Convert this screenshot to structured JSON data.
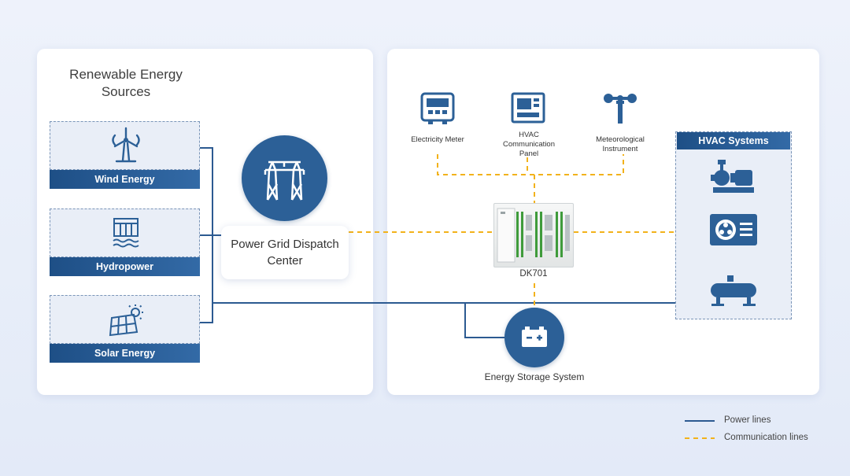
{
  "sources": {
    "title": "Renewable Energy Sources",
    "items": [
      {
        "label": "Wind Energy",
        "icon": "wind-turbine-icon"
      },
      {
        "label": "Hydropower",
        "icon": "hydropower-dam-icon"
      },
      {
        "label": "Solar Energy",
        "icon": "solar-panel-icon"
      }
    ]
  },
  "dispatch": {
    "label": "Power Grid Dispatch Center",
    "icon": "transmission-tower-icon"
  },
  "devices": [
    {
      "label": "Electricity Meter",
      "icon": "electricity-meter-icon"
    },
    {
      "label": "HVAC Communication Panel",
      "icon": "hvac-panel-icon"
    },
    {
      "label": "Meteorological Instrument",
      "icon": "anemometer-icon"
    }
  ],
  "controller": {
    "label": "DK701"
  },
  "hvac": {
    "title": "HVAC Systems",
    "items": [
      {
        "icon": "pump-motor-icon"
      },
      {
        "icon": "ac-outdoor-unit-icon"
      },
      {
        "icon": "tank-icon"
      }
    ]
  },
  "storage": {
    "label": "Energy Storage System",
    "icon": "battery-icon"
  },
  "legend": {
    "power": "Power lines",
    "communication": "Communication lines"
  },
  "colors": {
    "primary": "#2c6097",
    "power_line": "#2c5a91",
    "comm_line": "#f2b21b"
  }
}
